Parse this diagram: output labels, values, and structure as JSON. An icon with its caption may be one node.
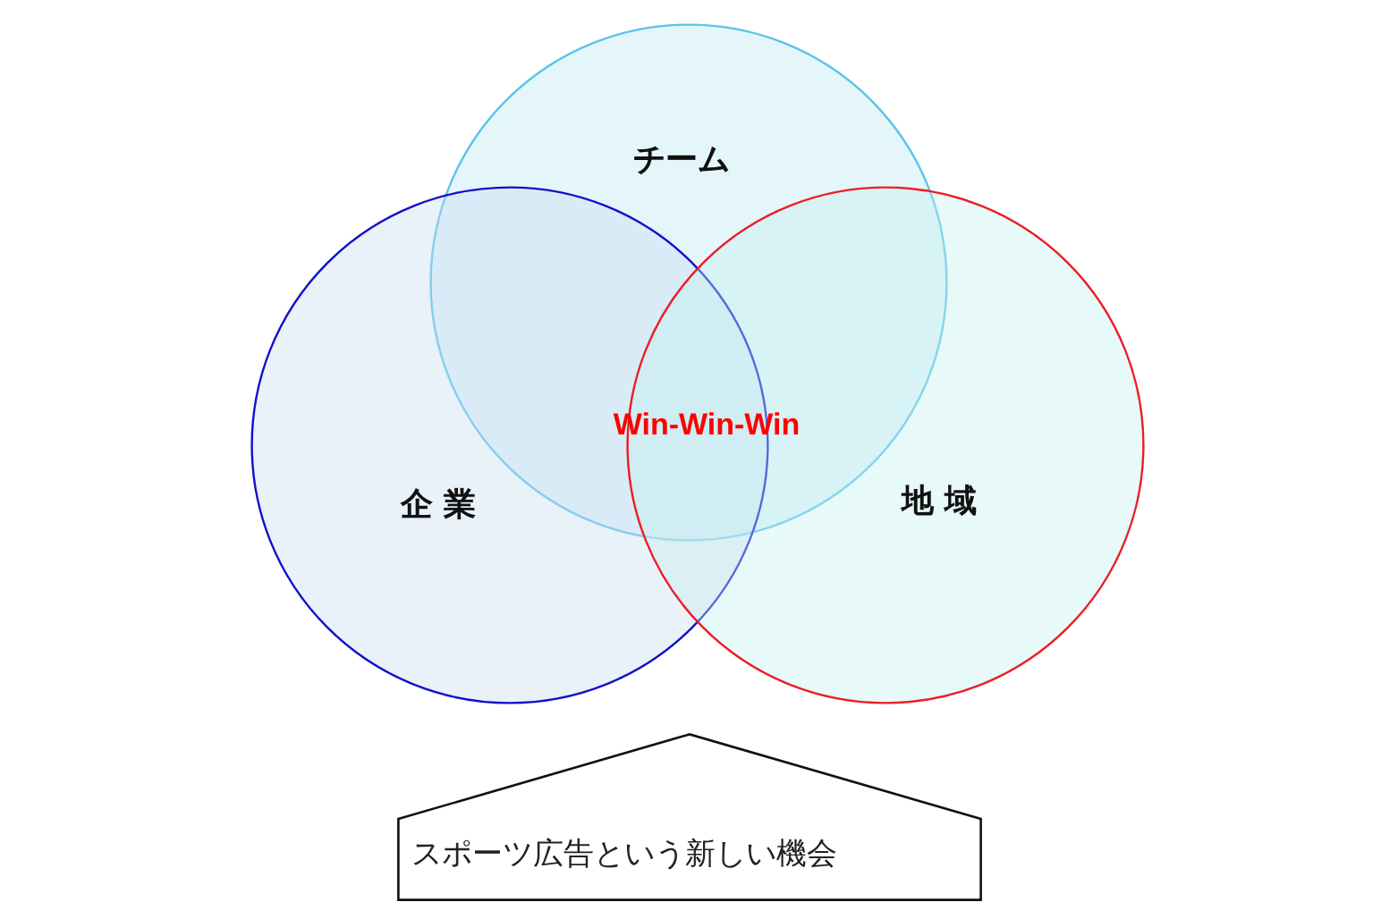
{
  "diagram": {
    "nodes": [
      {
        "text": [
          "チーム"
        ]
      },
      {
        "text": [
          "企 業"
        ]
      },
      {
        "text": [
          "地 域"
        ]
      },
      {
        "text": [
          "スポーツ広告という新しい機会"
        ]
      }
    ],
    "labels": [
      "Win-Win-Win"
    ]
  }
}
